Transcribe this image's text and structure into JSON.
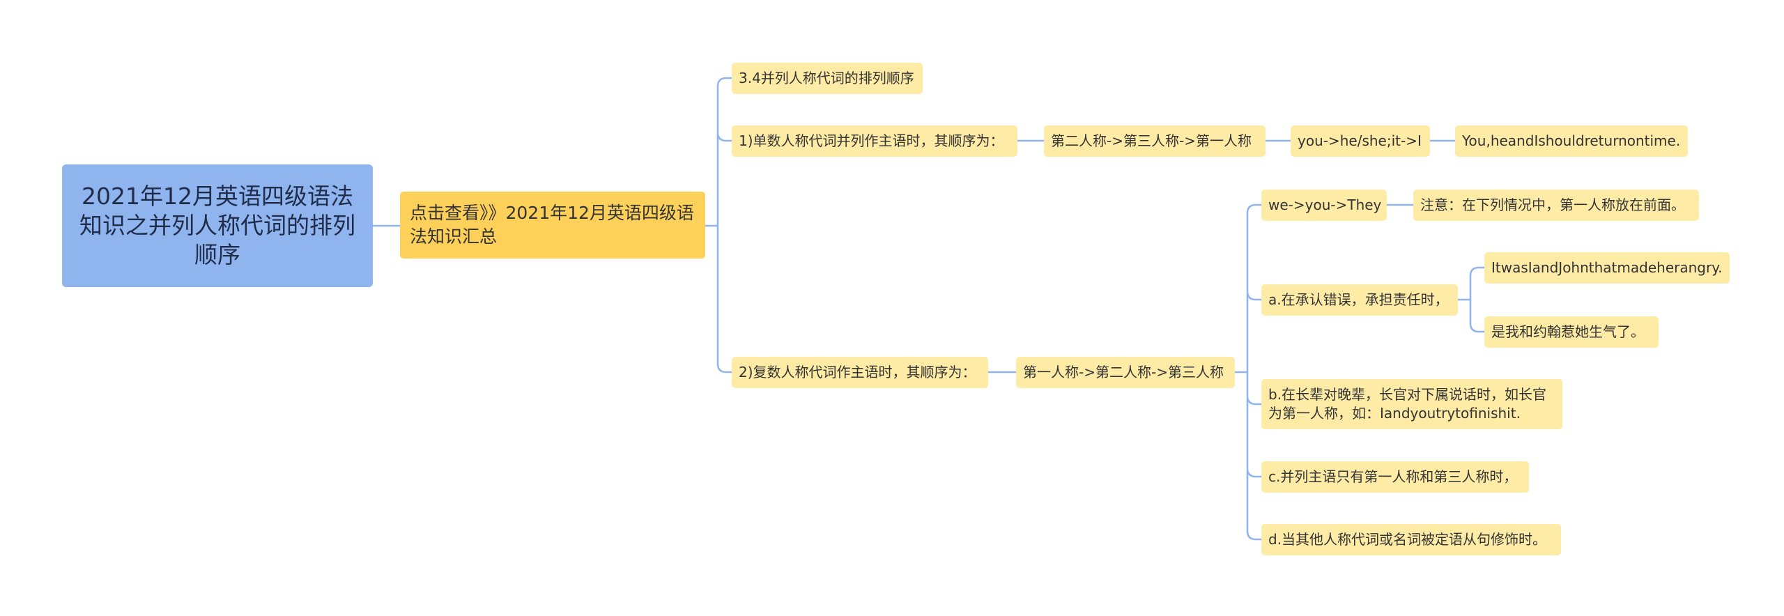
{
  "colors": {
    "root_fill": "#8fb4ee",
    "main_fill": "#fdd05a",
    "leaf_fill": "#feeba5",
    "connector": "#8fb4ee"
  },
  "mindmap": {
    "root": "2021年12月英语四级语法知识之并列人称代词的排列顺序",
    "main_topic": "点击查看》》2021年12月英语四级语法知识汇总",
    "section_title": "3.4并列人称代词的排列顺序",
    "singular": {
      "label": "1)单数人称代词并列作主语时，其顺序为：",
      "order": "第二人称->第三人称->第一人称",
      "pronouns": "you->he/she;it->I",
      "example": "You,heandIshouldreturnontime."
    },
    "plural": {
      "label": "2)复数人称代词作主语时，其顺序为：",
      "order": "第一人称->第二人称->第三人称",
      "pronouns": "we->you->They",
      "note": "注意：在下列情况中，第一人称放在前面。",
      "case_a": "a.在承认错误，承担责任时，",
      "case_a_example_en": "ItwasIandJohnthatmadeherangry.",
      "case_a_example_zh": "是我和约翰惹她生气了。",
      "case_b": "b.在长辈对晚辈，长官对下属说话时，如长官为第一人称，如：Iandyoutrytofinishit.",
      "case_c": "c.并列主语只有第一人称和第三人称时，",
      "case_d": "d.当其他人称代词或名词被定语从句修饰时。"
    }
  }
}
